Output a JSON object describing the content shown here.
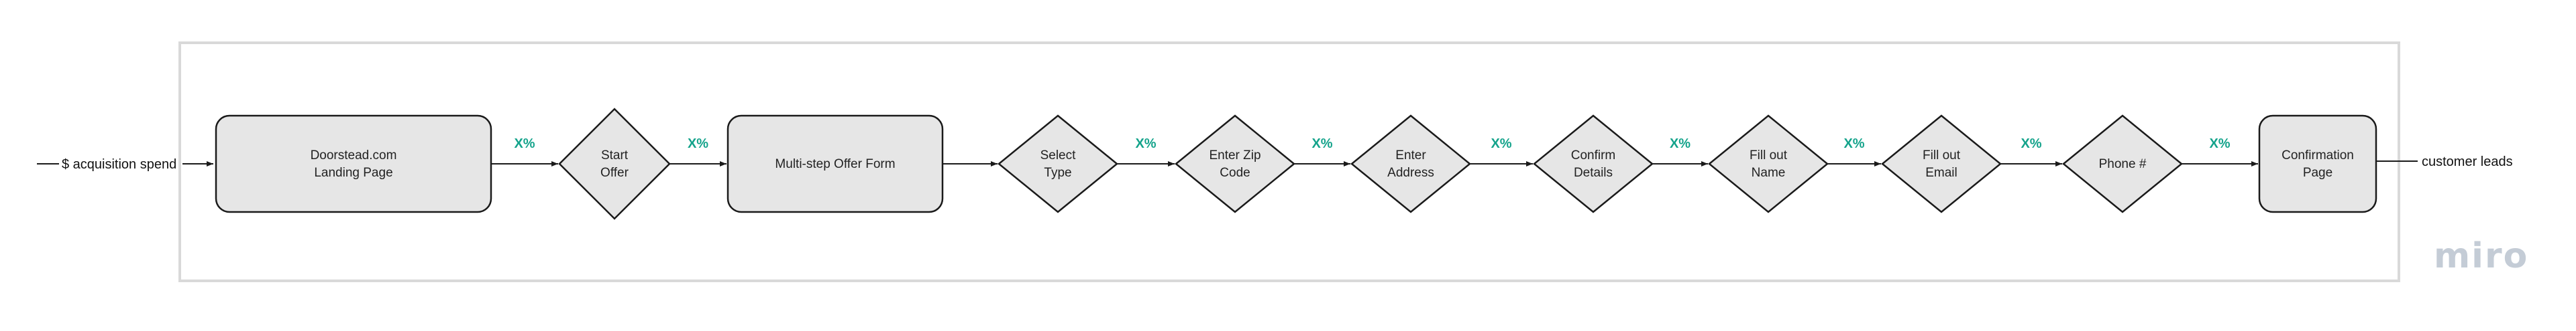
{
  "input_label": "$ acquisition spend",
  "output_label": "customer leads",
  "conversion_label": "X%",
  "watermark": "miro",
  "colors": {
    "node_fill": "#e6e6e6",
    "node_stroke": "#1a1a1a",
    "edge": "#1a1a1a",
    "conversion": "#14a38b",
    "frame": "#d9d9d9",
    "watermark": "#c4ccd6"
  },
  "nodes": [
    {
      "id": "landing",
      "shape": "rounded-rect",
      "lines": [
        "Doorstead.com",
        "Landing Page"
      ]
    },
    {
      "id": "start-offer",
      "shape": "diamond",
      "lines": [
        "Start",
        "Offer"
      ]
    },
    {
      "id": "offer-form",
      "shape": "rounded-rect",
      "lines": [
        "Multi-step Offer Form"
      ]
    },
    {
      "id": "select-type",
      "shape": "diamond",
      "lines": [
        "Select",
        "Type"
      ]
    },
    {
      "id": "zip-code",
      "shape": "diamond",
      "lines": [
        "Enter Zip",
        "Code"
      ]
    },
    {
      "id": "address",
      "shape": "diamond",
      "lines": [
        "Enter",
        "Address"
      ]
    },
    {
      "id": "confirm-details",
      "shape": "diamond",
      "lines": [
        "Confirm",
        "Details"
      ]
    },
    {
      "id": "fill-name",
      "shape": "diamond",
      "lines": [
        "Fill out",
        "Name"
      ]
    },
    {
      "id": "fill-email",
      "shape": "diamond",
      "lines": [
        "Fill out",
        "Email"
      ]
    },
    {
      "id": "phone",
      "shape": "diamond",
      "lines": [
        "Phone #"
      ]
    },
    {
      "id": "confirmation",
      "shape": "rounded-rect",
      "lines": [
        "Confirmation",
        "Page"
      ]
    }
  ],
  "edges": [
    {
      "from": "landing",
      "to": "start-offer",
      "label": true
    },
    {
      "from": "start-offer",
      "to": "offer-form",
      "label": true
    },
    {
      "from": "offer-form",
      "to": "select-type",
      "label": false
    },
    {
      "from": "select-type",
      "to": "zip-code",
      "label": true
    },
    {
      "from": "zip-code",
      "to": "address",
      "label": true
    },
    {
      "from": "address",
      "to": "confirm-details",
      "label": true
    },
    {
      "from": "confirm-details",
      "to": "fill-name",
      "label": true
    },
    {
      "from": "fill-name",
      "to": "fill-email",
      "label": true
    },
    {
      "from": "fill-email",
      "to": "phone",
      "label": true
    },
    {
      "from": "phone",
      "to": "confirmation",
      "label": true
    }
  ]
}
